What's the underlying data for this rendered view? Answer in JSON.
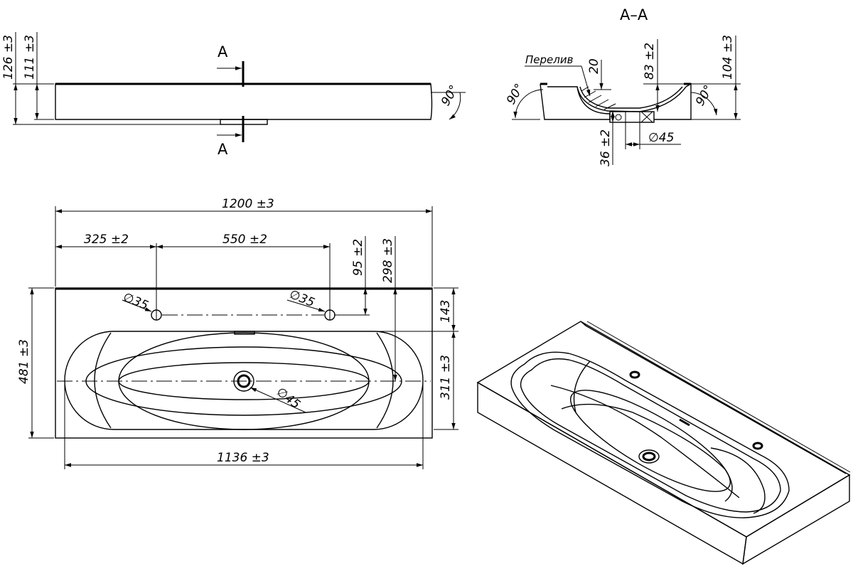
{
  "section_title": "А–А",
  "section_marks": {
    "top": "А",
    "bottom": "А"
  },
  "side_view": {
    "dim_total_height": "126 ±3",
    "dim_height": "111 ±3",
    "angle": "90°"
  },
  "section_view": {
    "overflow_label": "Перелив",
    "dim_overflow": "20",
    "dim_bowl_depth": "83 ±2",
    "dim_total_height": "104 ±3",
    "dim_drain_height": "36 ±2",
    "dim_drain_diameter": "∅45",
    "angle_left": "90°",
    "angle_right": "90°"
  },
  "plan_view": {
    "dim_width": "1200 ±3",
    "dim_tap_left": "325 ±2",
    "dim_tap_spacing": "550 ±2",
    "dim_tap_offset": "95 ±2",
    "dim_bowl_offset": "298 ±3",
    "dim_depth": "481 ±3",
    "dim_back_ledge": "143",
    "dim_bowl_depth": "311 ±3",
    "dim_bowl_width": "1136 ±3",
    "hole_left": "∅35",
    "hole_right": "∅35",
    "drain": "∅45"
  }
}
